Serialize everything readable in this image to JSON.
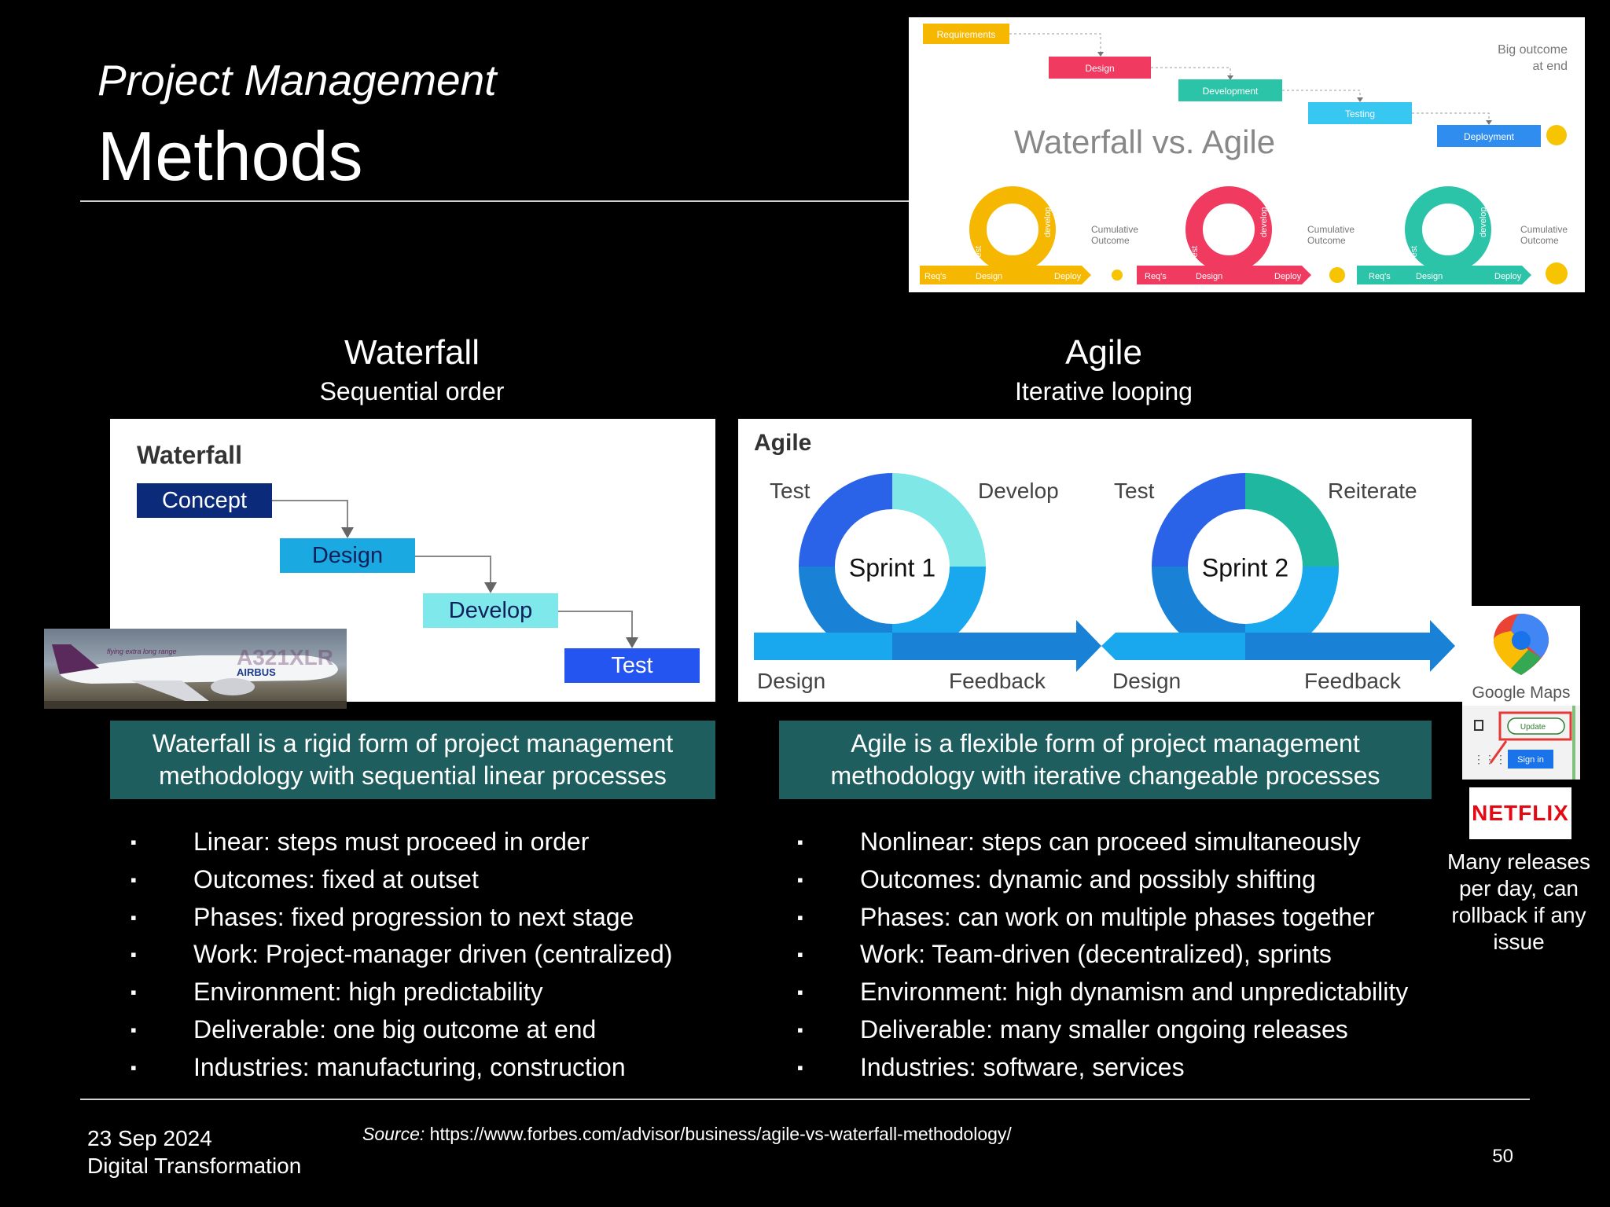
{
  "header": {
    "title_italic": "Project Management",
    "title_main": "Methods"
  },
  "infographic": {
    "title": "Waterfall vs. Agile",
    "waterfall_steps": [
      "Requirements",
      "Design",
      "Development",
      "Testing",
      "Deployment"
    ],
    "big_outcome_line1": "Big outcome",
    "big_outcome_line2": "at end",
    "loop_labels": {
      "test": "Test",
      "develop": "develop",
      "reqs": "Req's",
      "design": "Design",
      "deploy": "Deploy"
    },
    "cumulative_line1": "Cumulative",
    "cumulative_line2": "Outcome",
    "colors": {
      "yellow": "#f6b700",
      "red": "#f03a5f",
      "teal": "#2cc4a8",
      "blue": "#2f8df0"
    }
  },
  "waterfall": {
    "heading": "Waterfall",
    "subheading": "Sequential order",
    "diagram_title": "Waterfall",
    "steps": [
      "Concept",
      "Design",
      "Develop",
      "Test"
    ],
    "summary": "Waterfall is a rigid form of project management methodology with sequential linear processes",
    "bullets": [
      "Linear: steps must proceed in order",
      "Outcomes: fixed at outset",
      "Phases: fixed progression to next stage",
      "Work: Project-manager driven (centralized)",
      "Environment: high predictability",
      "Deliverable: one big outcome at end",
      "Industries: manufacturing, construction"
    ]
  },
  "agile": {
    "heading": "Agile",
    "subheading": "Iterative looping",
    "diagram_title": "Agile",
    "sprint1": "Sprint 1",
    "sprint2": "Sprint 2",
    "labels": {
      "test": "Test",
      "develop": "Develop",
      "reiterate": "Reiterate",
      "design": "Design",
      "feedback": "Feedback"
    },
    "summary": "Agile is a flexible form of project management methodology with iterative changeable processes",
    "bullets": [
      "Nonlinear: steps can proceed simultaneously",
      "Outcomes: dynamic and possibly shifting",
      "Phases: can work on multiple phases together",
      "Work: Team-driven (decentralized), sprints",
      "Environment: high dynamism and unpredictability",
      "Deliverable: many smaller ongoing releases",
      "Industries: software, services"
    ]
  },
  "side": {
    "google_maps": "Google Maps",
    "update": "Update",
    "sign_in": "Sign in",
    "netflix": "NETFLIX",
    "note": "Many releases per day, can rollback if any issue"
  },
  "airplane": {
    "livery_text": "flying extra long range",
    "brand": "AIRBUS",
    "model": "A321XLR"
  },
  "footer": {
    "date": "23 Sep 2024",
    "course": "Digital Transformation",
    "source_label": "Source:",
    "source_url": "https://www.forbes.com/advisor/business/agile-vs-waterfall-methodology/",
    "page": "50"
  }
}
